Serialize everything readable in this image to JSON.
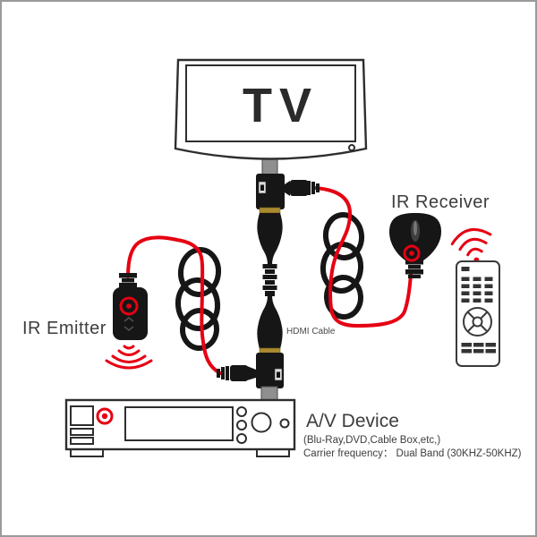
{
  "labels": {
    "tv": "TV",
    "ir_receiver": "IR Receiver",
    "ir_emitter": "IR Emitter",
    "hdmi_cable": "HDMI Cable",
    "av_device_title": "A/V Device",
    "av_device_subtitle": "(Blu-Ray,DVD,Cable Box,etc,)",
    "av_device_carrier": "Carrier frequency： Dual Band (30KHZ-50KHZ)"
  },
  "colors": {
    "signal_red": "#e60012",
    "line_dark": "#2e2e2e",
    "device_black": "#161616",
    "gold": "#a98a2f",
    "plug_gray": "#8f8f8f",
    "label_gray": "#3d3d3d",
    "frame": "#9a9a9a"
  },
  "icons": {
    "tv": "tv-icon",
    "hdmi_plug_top": "hdmi-plug-icon",
    "hdmi_plug_bottom": "hdmi-plug-icon",
    "ir_adapter_top": "ir-adapter-icon",
    "ir_adapter_bottom": "ir-adapter-icon",
    "hdmi_cable_body": "hdmi-cable-icon",
    "audio_jack_top": "jack-plug-icon",
    "audio_jack_bottom": "jack-plug-icon",
    "cable_coil_left": "cable-coil-icon",
    "cable_coil_right": "cable-coil-icon",
    "ir_receiver_head": "ir-receiver-icon",
    "ir_emitter_head": "ir-emitter-icon",
    "remote_control": "remote-control-icon",
    "ir_signal_remote": "ir-signal-icon",
    "ir_signal_emitter": "ir-signal-icon",
    "av_device_front": "av-device-icon",
    "ir_sensor": "ir-sensor-dot-icon"
  }
}
